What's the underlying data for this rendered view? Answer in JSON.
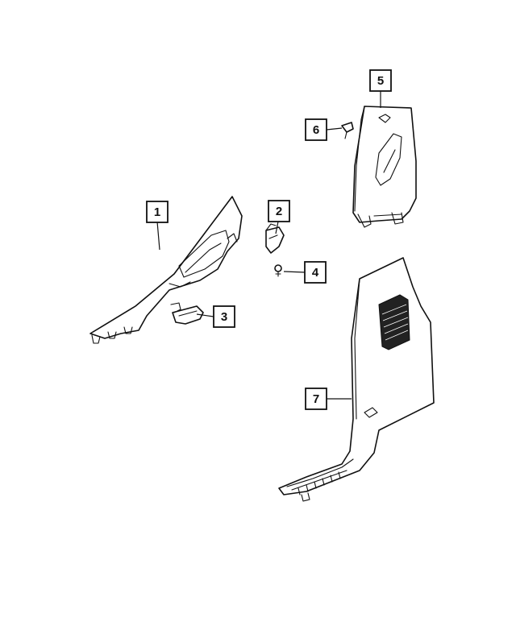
{
  "callouts": [
    {
      "number": "1",
      "part": "a-pillar-trim"
    },
    {
      "number": "2",
      "part": "pillar-cap"
    },
    {
      "number": "3",
      "part": "grab-handle"
    },
    {
      "number": "4",
      "part": "push-pin-fastener"
    },
    {
      "number": "5",
      "part": "b-pillar-upper-trim"
    },
    {
      "number": "6",
      "part": "b-pillar-clip"
    },
    {
      "number": "7",
      "part": "b-pillar-lower-trim"
    }
  ],
  "colors": {
    "line": "#111111",
    "background": "#ffffff"
  }
}
